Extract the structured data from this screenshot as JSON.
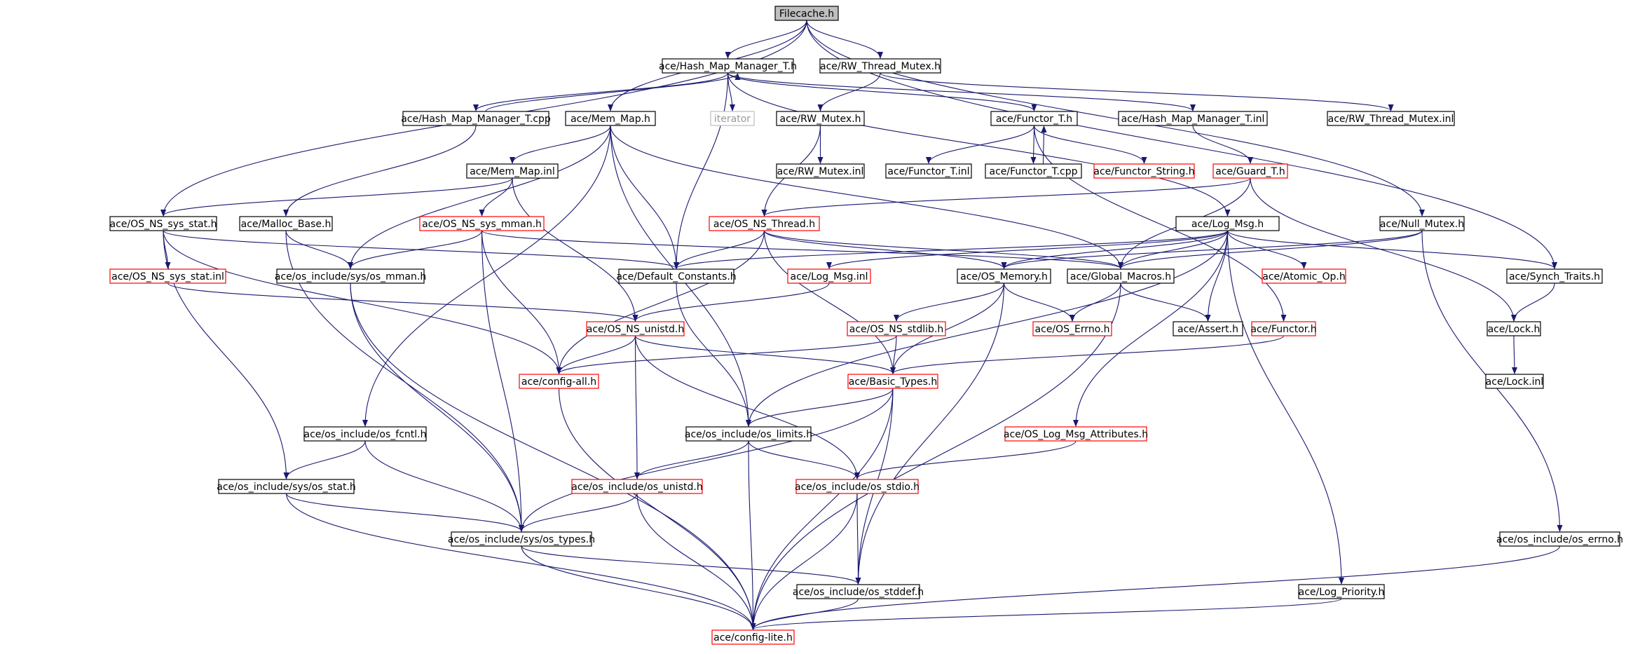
{
  "colors": {
    "edge": "#191970",
    "node_border": "#000000",
    "node_border_incomplete": "#ff0000",
    "node_border_external": "#bfbfbf",
    "node_fill": "#ffffff",
    "root_fill": "#bfbfbf"
  },
  "nodes": [
    {
      "id": "n0",
      "label": "Filecache.h",
      "style": "root"
    },
    {
      "id": "n1",
      "label": "ace/Hash_Map_Manager_T.h",
      "style": "normal"
    },
    {
      "id": "n2",
      "label": "ace/RW_Thread_Mutex.h",
      "style": "normal"
    },
    {
      "id": "n3",
      "label": "ace/Hash_Map_Manager_T.cpp",
      "style": "normal"
    },
    {
      "id": "n4",
      "label": "ace/Mem_Map.h",
      "style": "normal"
    },
    {
      "id": "n5",
      "label": "iterator",
      "style": "external"
    },
    {
      "id": "n6",
      "label": "ace/RW_Mutex.h",
      "style": "normal"
    },
    {
      "id": "n7",
      "label": "ace/Functor_T.h",
      "style": "normal"
    },
    {
      "id": "n8",
      "label": "ace/Hash_Map_Manager_T.inl",
      "style": "normal"
    },
    {
      "id": "n9",
      "label": "ace/RW_Thread_Mutex.inl",
      "style": "normal"
    },
    {
      "id": "n10",
      "label": "ace/Mem_Map.inl",
      "style": "normal"
    },
    {
      "id": "n11",
      "label": "ace/RW_Mutex.inl",
      "style": "normal"
    },
    {
      "id": "n12",
      "label": "ace/Functor_T.inl",
      "style": "normal"
    },
    {
      "id": "n13",
      "label": "ace/Functor_T.cpp",
      "style": "normal"
    },
    {
      "id": "n14",
      "label": "ace/Functor_String.h",
      "style": "incomplete"
    },
    {
      "id": "n15",
      "label": "ace/Guard_T.h",
      "style": "incomplete"
    },
    {
      "id": "n16",
      "label": "ace/OS_NS_sys_stat.h",
      "style": "normal"
    },
    {
      "id": "n17",
      "label": "ace/Malloc_Base.h",
      "style": "normal"
    },
    {
      "id": "n18",
      "label": "ace/OS_NS_sys_mman.h",
      "style": "incomplete"
    },
    {
      "id": "n19",
      "label": "ace/OS_NS_Thread.h",
      "style": "incomplete"
    },
    {
      "id": "n20",
      "label": "ace/Log_Msg.h",
      "style": "normal"
    },
    {
      "id": "n21",
      "label": "ace/Null_Mutex.h",
      "style": "normal"
    },
    {
      "id": "n22",
      "label": "ace/OS_NS_sys_stat.inl",
      "style": "incomplete"
    },
    {
      "id": "n23",
      "label": "ace/os_include/sys/os_mman.h",
      "style": "normal"
    },
    {
      "id": "n24",
      "label": "ace/Default_Constants.h",
      "style": "normal"
    },
    {
      "id": "n25",
      "label": "ace/Log_Msg.inl",
      "style": "incomplete"
    },
    {
      "id": "n26",
      "label": "ace/OS_Memory.h",
      "style": "normal"
    },
    {
      "id": "n27",
      "label": "ace/Global_Macros.h",
      "style": "normal"
    },
    {
      "id": "n28",
      "label": "ace/Atomic_Op.h",
      "style": "incomplete"
    },
    {
      "id": "n29",
      "label": "ace/Synch_Traits.h",
      "style": "normal"
    },
    {
      "id": "n30",
      "label": "ace/OS_NS_unistd.h",
      "style": "incomplete"
    },
    {
      "id": "n31",
      "label": "ace/OS_NS_stdlib.h",
      "style": "incomplete"
    },
    {
      "id": "n32",
      "label": "ace/OS_Errno.h",
      "style": "incomplete"
    },
    {
      "id": "n33",
      "label": "ace/Assert.h",
      "style": "normal"
    },
    {
      "id": "n34",
      "label": "ace/Functor.h",
      "style": "incomplete"
    },
    {
      "id": "n35",
      "label": "ace/Lock.h",
      "style": "normal"
    },
    {
      "id": "n36",
      "label": "ace/config-all.h",
      "style": "incomplete"
    },
    {
      "id": "n37",
      "label": "ace/Basic_Types.h",
      "style": "incomplete"
    },
    {
      "id": "n38",
      "label": "ace/Lock.inl",
      "style": "normal"
    },
    {
      "id": "n39",
      "label": "ace/os_include/os_fcntl.h",
      "style": "normal"
    },
    {
      "id": "n40",
      "label": "ace/os_include/os_limits.h",
      "style": "normal"
    },
    {
      "id": "n41",
      "label": "ace/OS_Log_Msg_Attributes.h",
      "style": "incomplete"
    },
    {
      "id": "n42",
      "label": "ace/os_include/sys/os_stat.h",
      "style": "normal"
    },
    {
      "id": "n43",
      "label": "ace/os_include/os_unistd.h",
      "style": "incomplete"
    },
    {
      "id": "n44",
      "label": "ace/os_include/os_stdio.h",
      "style": "incomplete"
    },
    {
      "id": "n45",
      "label": "ace/os_include/sys/os_types.h",
      "style": "normal"
    },
    {
      "id": "n46",
      "label": "ace/os_include/os_errno.h",
      "style": "normal"
    },
    {
      "id": "n47",
      "label": "ace/os_include/os_stddef.h",
      "style": "normal"
    },
    {
      "id": "n48",
      "label": "ace/Log_Priority.h",
      "style": "normal"
    },
    {
      "id": "n49",
      "label": "ace/config-lite.h",
      "style": "incomplete"
    }
  ]
}
